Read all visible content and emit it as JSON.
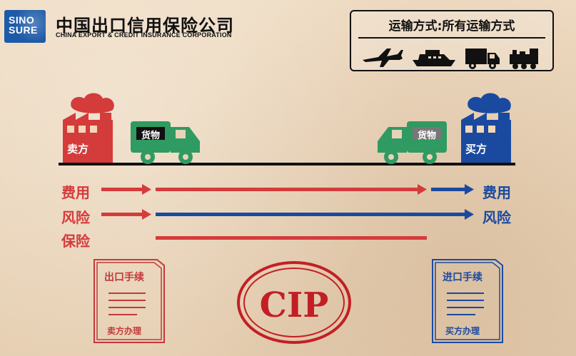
{
  "brand": {
    "logo": "SINO\nSURE",
    "logo_line1": "SINO",
    "logo_line2": "SURE",
    "company_cn": "中国出口信用保险公司",
    "company_en": "CHINA EXPORT & CREDIT INSURANCE CORPORATION"
  },
  "transport": {
    "title": "运输方式:所有运输方式",
    "icons": [
      "airplane-icon",
      "ship-icon",
      "truck-icon",
      "train-icon"
    ]
  },
  "seller": {
    "label": "卖方",
    "color": "#d43b3b"
  },
  "buyer": {
    "label": "买方",
    "color": "#1a4aa0"
  },
  "truck_left": {
    "cargo": "货物",
    "color": "#2f9a62"
  },
  "truck_right": {
    "cargo": "货物",
    "color": "#2f9a62"
  },
  "rows": {
    "cost_left": "费用",
    "risk_left": "风险",
    "insurance_left": "保险",
    "cost_right": "费用",
    "risk_right": "风险"
  },
  "docs": {
    "export": {
      "title": "出口手续",
      "footer": "卖方办理",
      "color": "#c23a3a"
    },
    "import": {
      "title": "进口手续",
      "footer": "买方办理",
      "color": "#1a4aa0"
    }
  },
  "stamp": {
    "text": "CIP",
    "color": "#c21f25"
  },
  "colors": {
    "seller_red": "#d43b3b",
    "buyer_blue": "#1a4aa0",
    "ink": "#111111"
  }
}
